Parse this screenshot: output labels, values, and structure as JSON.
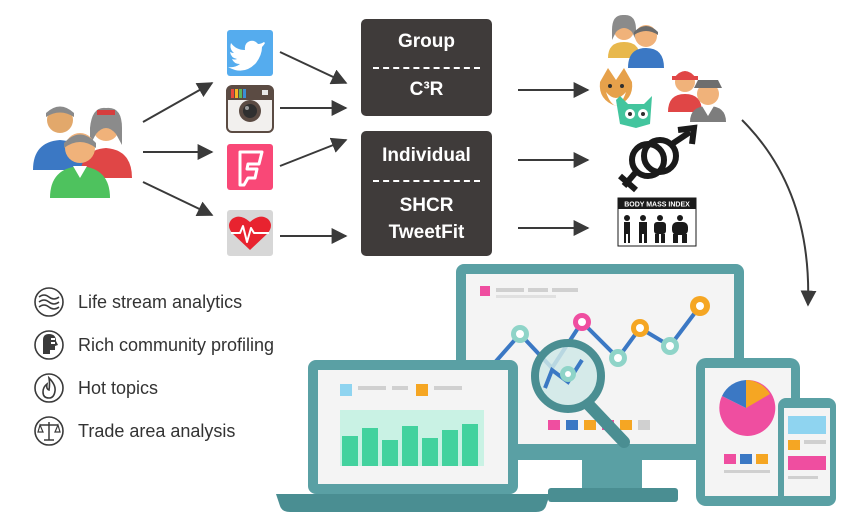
{
  "boxes": {
    "group": {
      "title": "Group",
      "method": "C³R"
    },
    "individual": {
      "title": "Individual",
      "method_1": "SHCR",
      "method_2": "TweetFit"
    }
  },
  "bmi_label": "BODY MASS INDEX",
  "features": [
    {
      "label": "Life stream analytics",
      "icon": "waves-icon"
    },
    {
      "label": "Rich community profiling",
      "icon": "profile-icon"
    },
    {
      "label": "Hot topics",
      "icon": "flame-icon"
    },
    {
      "label": "Trade area analysis",
      "icon": "scales-icon"
    }
  ],
  "sources": [
    "twitter-icon",
    "instagram-icon",
    "foursquare-icon",
    "heart-rate-icon"
  ],
  "colors": {
    "box": "#3f3b3a",
    "twitter": "#55acee",
    "foursquare": "#f94877",
    "heart": "#e8232f",
    "teal": "#5aa0a4",
    "pink": "#ef4ea0",
    "green": "#43d29e"
  }
}
